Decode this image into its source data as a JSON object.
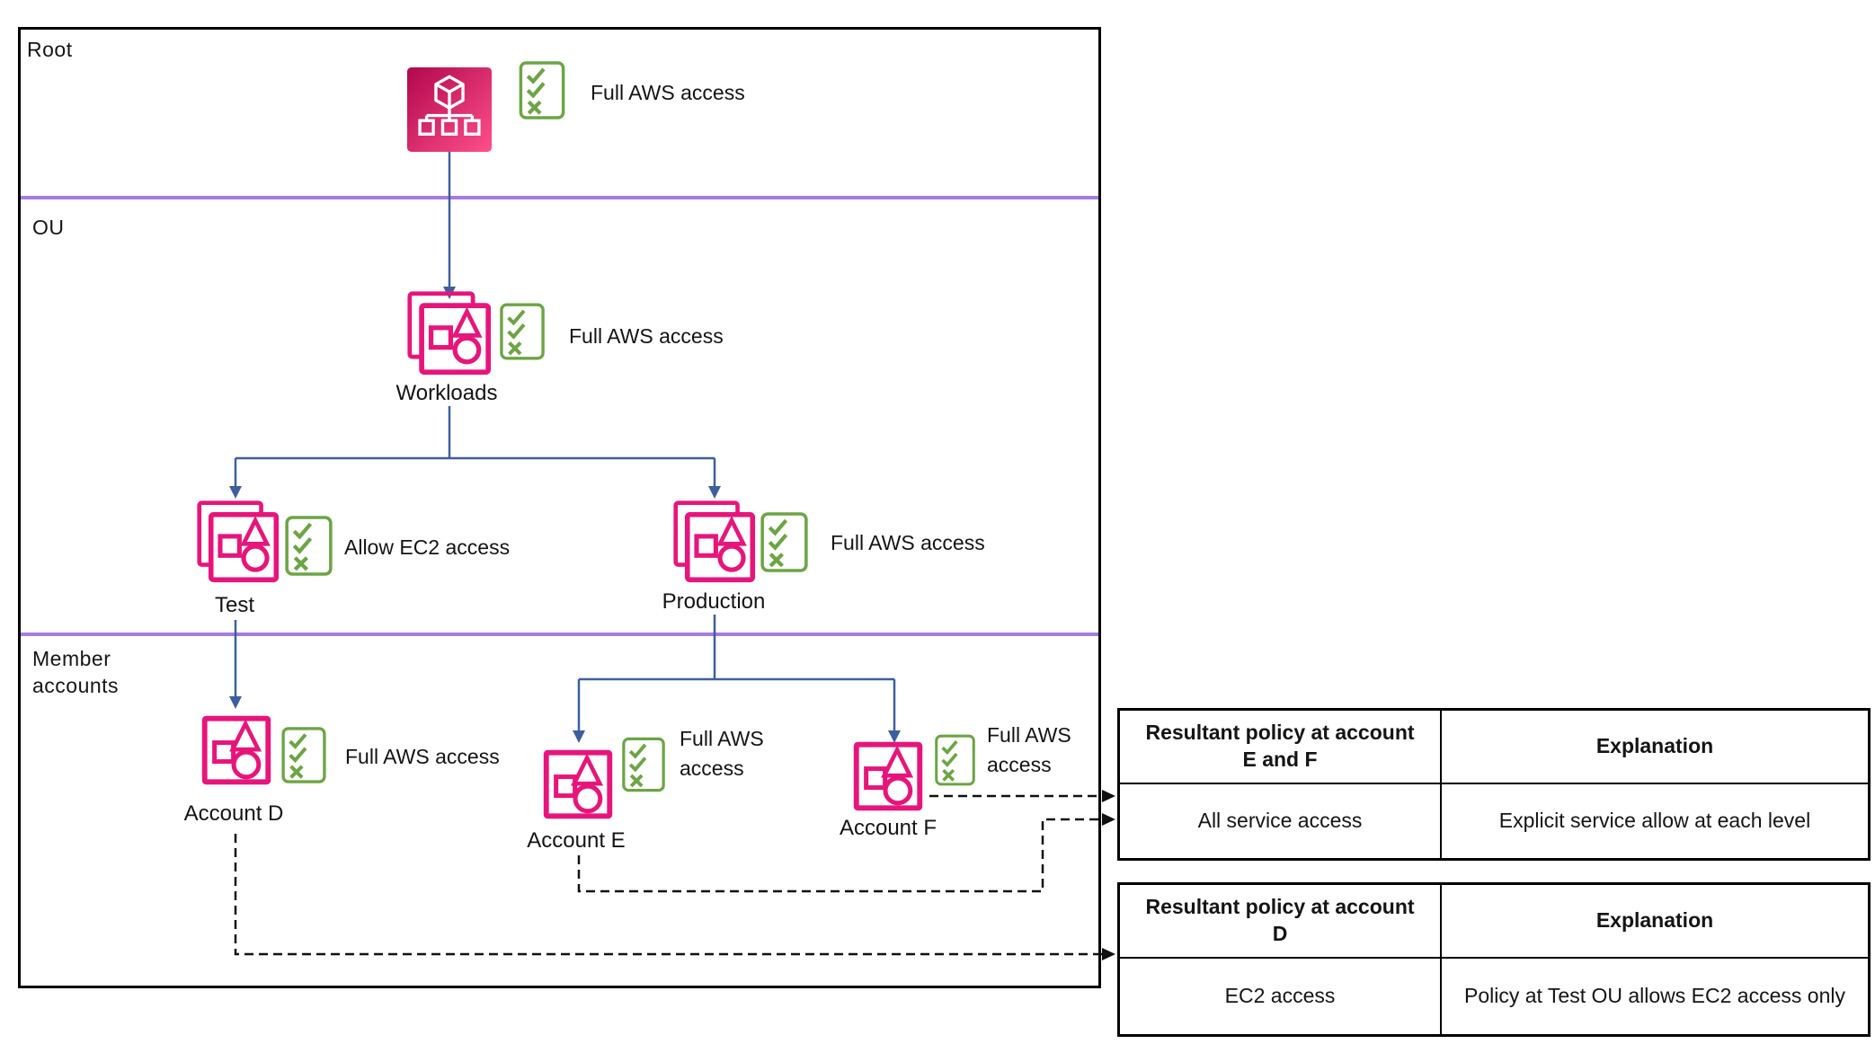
{
  "diagram": {
    "sections": {
      "root": "Root",
      "ou": "OU",
      "member": "Member accounts"
    },
    "nodes": {
      "root": {
        "policy": "Full AWS access"
      },
      "workloads": {
        "label": "Workloads",
        "policy": "Full AWS access"
      },
      "test": {
        "label": "Test",
        "policy": "Allow EC2 access"
      },
      "production": {
        "label": "Production",
        "policy": "Full AWS access"
      },
      "account_d": {
        "label": "Account D",
        "policy": "Full AWS access"
      },
      "account_e": {
        "label": "Account E",
        "policy": "Full AWS access"
      },
      "account_f": {
        "label": "Account F",
        "policy": "Full AWS access"
      }
    },
    "colors": {
      "icon_pink": "#E7157B",
      "root_gradient_start": "#B0084D",
      "root_gradient_end": "#FF4F8B",
      "checklist_green": "#6CA544",
      "arrow_blue": "#3E5F9E",
      "divider_purple": "#A77BE0",
      "dashed_black": "#111111"
    }
  },
  "tables": {
    "ef": {
      "header_policy": "Resultant policy at account E and F",
      "header_explanation": "Explanation",
      "policy": "All service access",
      "explanation": "Explicit service allow at each level"
    },
    "d": {
      "header_policy": "Resultant policy at account D",
      "header_explanation": "Explanation",
      "policy": "EC2 access",
      "explanation": "Policy at Test OU allows EC2 access only"
    }
  }
}
